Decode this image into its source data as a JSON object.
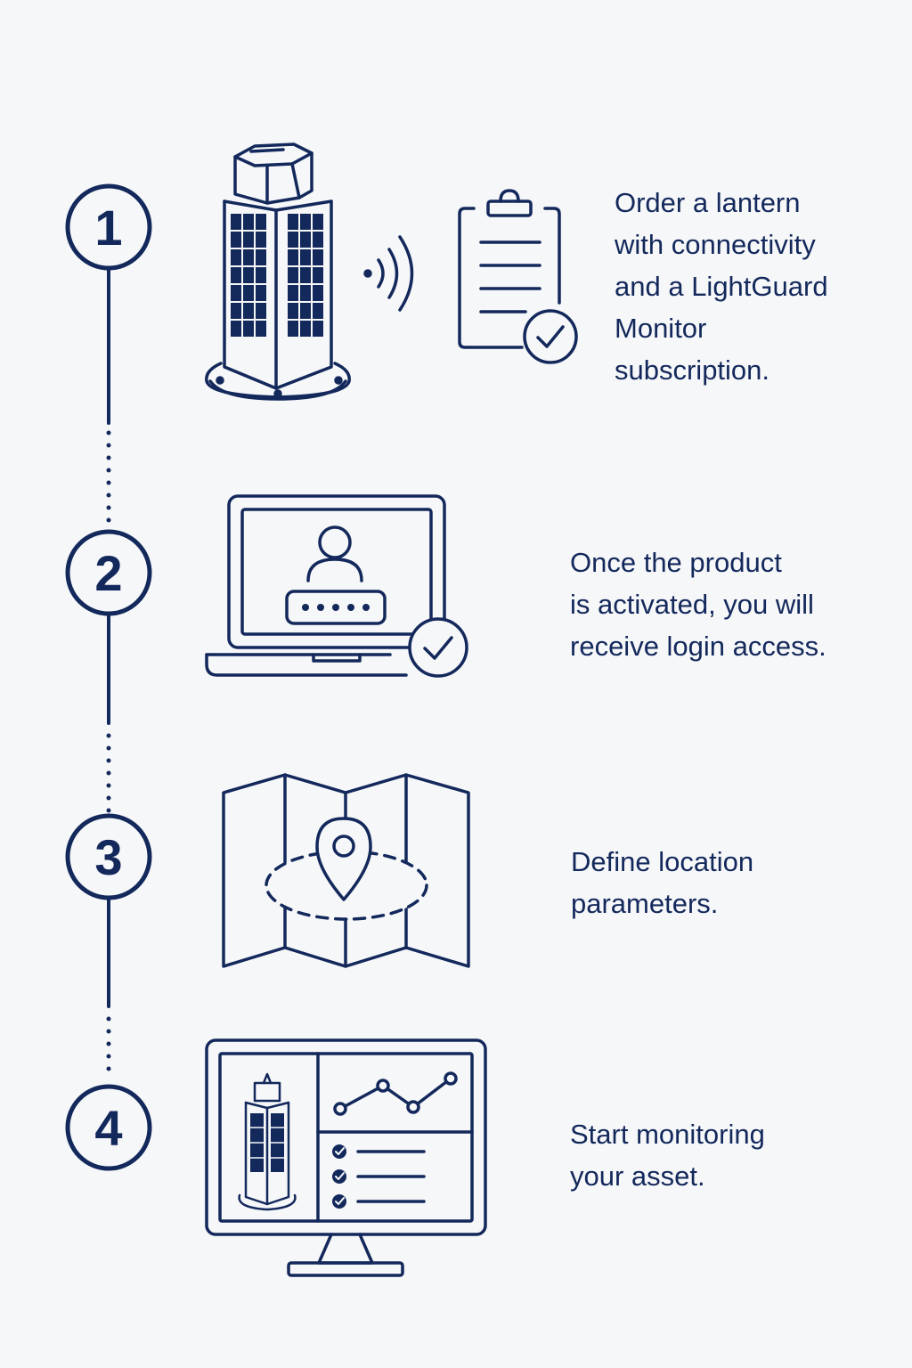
{
  "colors": {
    "ink": "#13285b",
    "background": "#f6f7f9"
  },
  "steps": [
    {
      "number": "1",
      "icons": [
        "solar-lantern-icon",
        "wireless-signal-icon",
        "clipboard-check-icon"
      ],
      "text_lines": [
        "Order a lantern",
        "with connectivity",
        "and a LightGuard",
        "Monitor",
        "subscription."
      ]
    },
    {
      "number": "2",
      "icons": [
        "laptop-login-icon",
        "check-circle-icon"
      ],
      "text_lines": [
        "Once the product",
        "is activated, you will",
        "receive login access."
      ]
    },
    {
      "number": "3",
      "icons": [
        "map-pin-geofence-icon"
      ],
      "text_lines": [
        "Define location",
        "parameters."
      ]
    },
    {
      "number": "4",
      "icons": [
        "monitor-dashboard-icon"
      ],
      "text_lines": [
        "Start monitoring",
        "your asset."
      ]
    }
  ]
}
